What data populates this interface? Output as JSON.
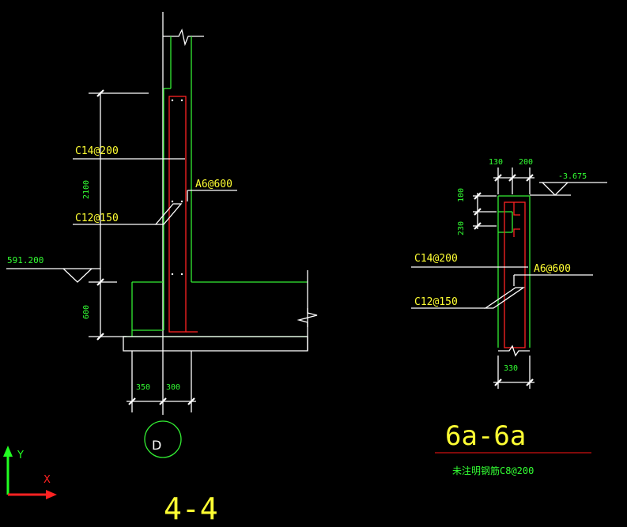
{
  "section_left": {
    "title": "4-4",
    "elevation": "591.200",
    "rebar_vertical": "C14@200",
    "rebar_horizontal": "C12@150",
    "rebar_tie": "A6@600",
    "dim_upper": "2100",
    "dim_lower": "600",
    "dim_base_left": "350",
    "dim_base_right": "300",
    "axis_bubble": "D"
  },
  "section_right": {
    "title": "6a-6a",
    "elevation": "-3.675",
    "dim_top_left": "130",
    "dim_top_right": "200",
    "dim_left_top": "100",
    "dim_left_bottom": "230",
    "rebar_vertical": "C14@200",
    "rebar_horizontal": "C12@150",
    "rebar_tie": "A6@600",
    "dim_bottom": "330",
    "note": "未注明钢筋C8@200"
  },
  "ucs": {
    "x_label": "X",
    "y_label": "Y"
  },
  "colors": {
    "background": "#000000",
    "text_yellow": "#ffff33",
    "text_green": "#33ff33",
    "outline_green": "#33ee33",
    "rebar_red": "#ff2222",
    "line_white": "#ffffff"
  }
}
